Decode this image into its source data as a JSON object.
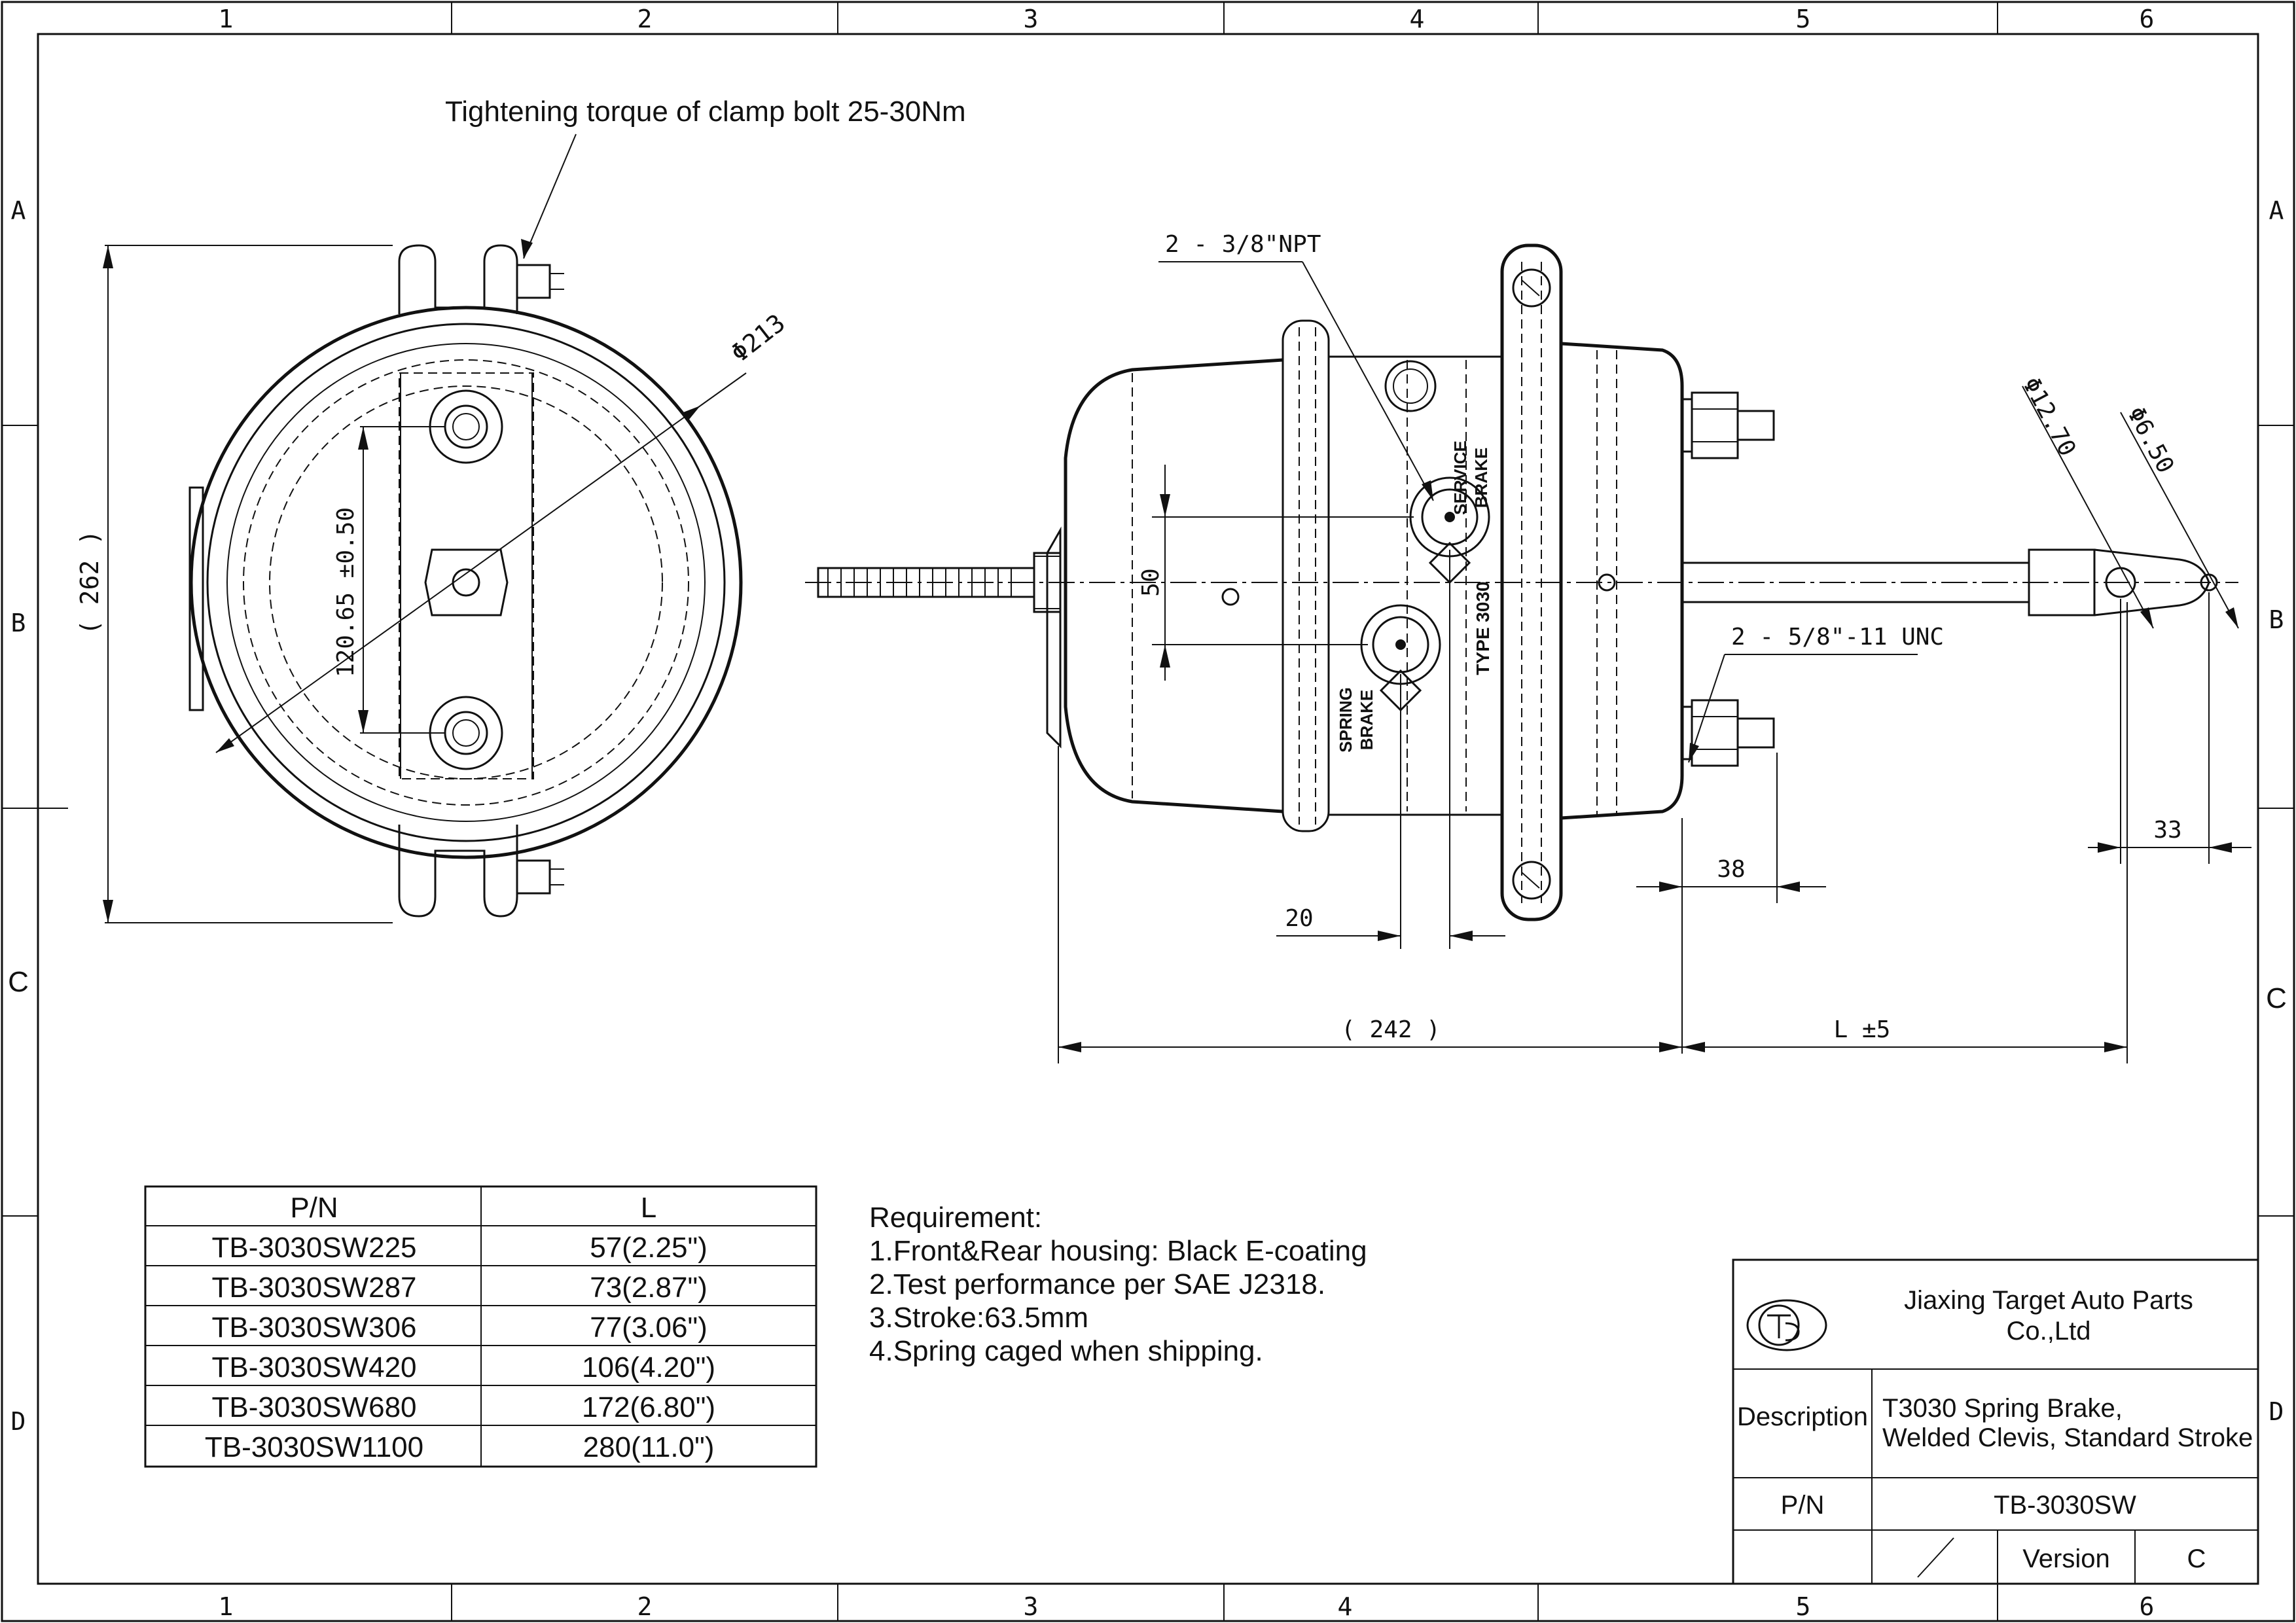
{
  "frame": {
    "columns": [
      "1",
      "2",
      "3",
      "4",
      "5",
      "6"
    ],
    "rows": [
      "A",
      "B",
      "C",
      "D"
    ]
  },
  "notes": {
    "torque": "Tightening torque of clamp bolt 25-30Nm",
    "requirement_title": "Requirement:",
    "requirements": [
      "1.Front&Rear housing: Black E-coating",
      "2.Test performance per SAE J2318.",
      "3.Stroke:63.5mm",
      "4.Spring caged when shipping."
    ]
  },
  "dimensions": {
    "dia_213": "Φ213",
    "height_262": "( 262 )",
    "bolt_spacing": "120.65 ±0.50",
    "ports_npt": "2 - 3/8\"NPT",
    "studs_unc": "2 - 5/8\"-11 UNC",
    "dim_50": "50",
    "dim_20": "20",
    "dim_38": "38",
    "dim_33": "33",
    "dim_242": "( 242 )",
    "dim_l": "L ±5",
    "dia_1270": "Φ12.70",
    "dia_650": "Φ6.50"
  },
  "labels": {
    "service_brake": [
      "SERVICE",
      "BRAKE"
    ],
    "spring_brake": [
      "SPRING",
      "BRAKE"
    ],
    "type": "TYPE 3030"
  },
  "pn_table": {
    "headers": [
      "P/N",
      "L"
    ],
    "rows": [
      [
        "TB-3030SW225",
        "57(2.25\")"
      ],
      [
        "TB-3030SW287",
        "73(2.87\")"
      ],
      [
        "TB-3030SW306",
        "77(3.06\")"
      ],
      [
        "TB-3030SW420",
        "106(4.20\")"
      ],
      [
        "TB-3030SW680",
        "172(6.80\")"
      ],
      [
        "TB-3030SW1100",
        "280(11.0\")"
      ]
    ]
  },
  "title_block": {
    "company_line1": "Jiaxing Target Auto Parts",
    "company_line2": "Co.,Ltd",
    "description_label": "Description",
    "description_line1": "T3030 Spring Brake,",
    "description_line2": "Welded Clevis, Standard Stroke",
    "pn_label": "P/N",
    "pn_value": "TB-3030SW",
    "version_label": "Version",
    "version_value": "C"
  }
}
